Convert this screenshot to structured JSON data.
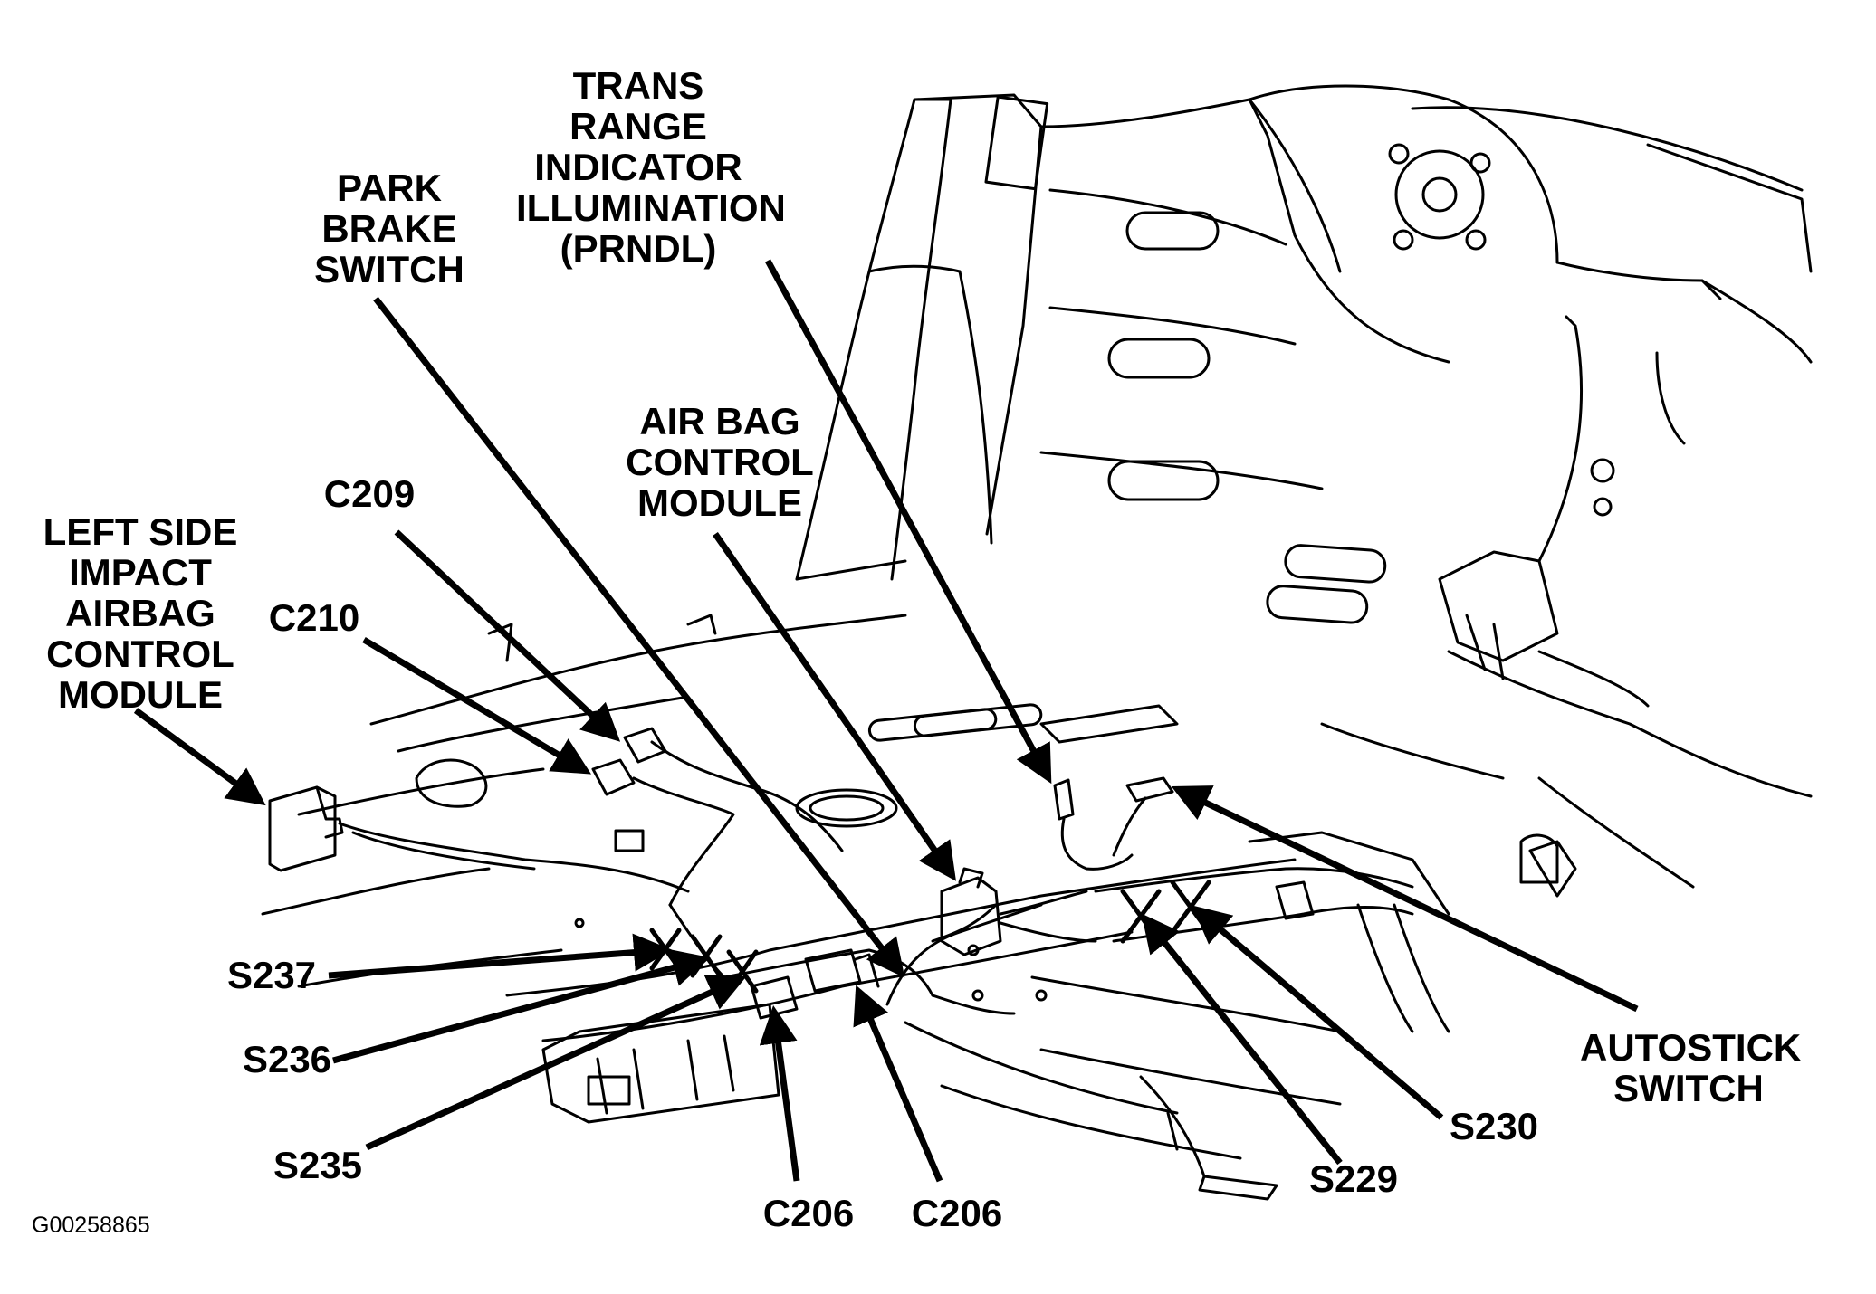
{
  "labels": {
    "trans_range": "TRANS\nRANGE\nINDICATOR\nILLUMINATION\n(PRNDL)",
    "park_brake": "PARK\nBRAKE\nSWITCH",
    "air_bag": "AIR BAG\nCONTROL\nMODULE",
    "c209": "C209",
    "left_side": "LEFT SIDE\nIMPACT\nAIRBAG\nCONTROL\nMODULE",
    "c210": "C210",
    "s237": "S237",
    "s236": "S236",
    "s235": "S235",
    "c206_a": "C206",
    "c206_b": "C206",
    "s229": "S229",
    "s230": "S230",
    "autostick": "AUTOSTICK\nSWITCH"
  },
  "figure_id": "G00258865",
  "colors": {
    "ink": "#000000",
    "paper": "#ffffff"
  }
}
